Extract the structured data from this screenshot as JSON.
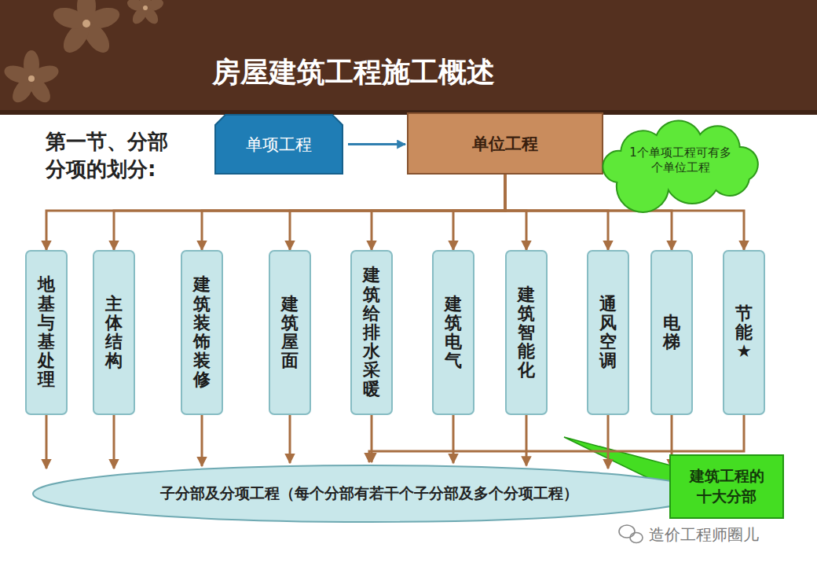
{
  "diagram": {
    "title": "房屋建筑工程施工概述",
    "nodes": [
      {
        "text": [
          "单项工程"
        ]
      },
      {
        "text": [
          "单位工程"
        ]
      },
      {
        "text": [
          "1个单项工程可有多个单位工程"
        ]
      },
      {
        "text": [
          "地基与基处理"
        ]
      },
      {
        "text": [
          "主体结构"
        ]
      },
      {
        "text": [
          "建筑装饰装修"
        ]
      },
      {
        "text": [
          "建筑屋面"
        ]
      },
      {
        "text": [
          "建筑给排水采暖"
        ]
      },
      {
        "text": [
          "建筑电气"
        ]
      },
      {
        "text": [
          "建筑智能化"
        ]
      },
      {
        "text": [
          "通风空调"
        ]
      },
      {
        "text": [
          "电梯"
        ]
      },
      {
        "text": [
          "节能★"
        ]
      },
      {
        "text": [
          "子分部及分项工程（每个分部有若干个子分部及多个分项工程）"
        ]
      },
      {
        "text": [
          "建筑工程的十大分部"
        ]
      }
    ],
    "edges": [
      {
        "from": 0,
        "to": 1,
        "arrow": "to"
      },
      {
        "from": 1,
        "to": 3,
        "arrow": "to"
      },
      {
        "from": 1,
        "to": 4,
        "arrow": "to"
      },
      {
        "from": 1,
        "to": 5,
        "arrow": "to"
      },
      {
        "from": 1,
        "to": 6,
        "arrow": "to"
      },
      {
        "from": 1,
        "to": 7,
        "arrow": "to"
      },
      {
        "from": 1,
        "to": 8,
        "arrow": "to"
      },
      {
        "from": 1,
        "to": 9,
        "arrow": "to"
      },
      {
        "from": 1,
        "to": 10,
        "arrow": "to"
      },
      {
        "from": 1,
        "to": 11,
        "arrow": "to"
      },
      {
        "from": 1,
        "to": 12,
        "arrow": "to"
      },
      {
        "from": 3,
        "to": 13,
        "arrow": "to"
      },
      {
        "from": 4,
        "to": 13,
        "arrow": "to"
      },
      {
        "from": 5,
        "to": 13,
        "arrow": "to"
      },
      {
        "from": 6,
        "to": 13,
        "arrow": "to"
      },
      {
        "from": 7,
        "to": 13,
        "arrow": "to"
      },
      {
        "from": 8,
        "to": 13,
        "arrow": "to"
      },
      {
        "from": 9,
        "to": 13,
        "arrow": "to"
      },
      {
        "from": 10,
        "to": 13,
        "arrow": "to"
      },
      {
        "from": 11,
        "to": 13,
        "arrow": "to"
      },
      {
        "from": 12,
        "to": 13,
        "arrow": "to"
      }
    ],
    "labels": [
      "第一节、分部分项的划分:",
      "造价工程师圈儿"
    ]
  }
}
